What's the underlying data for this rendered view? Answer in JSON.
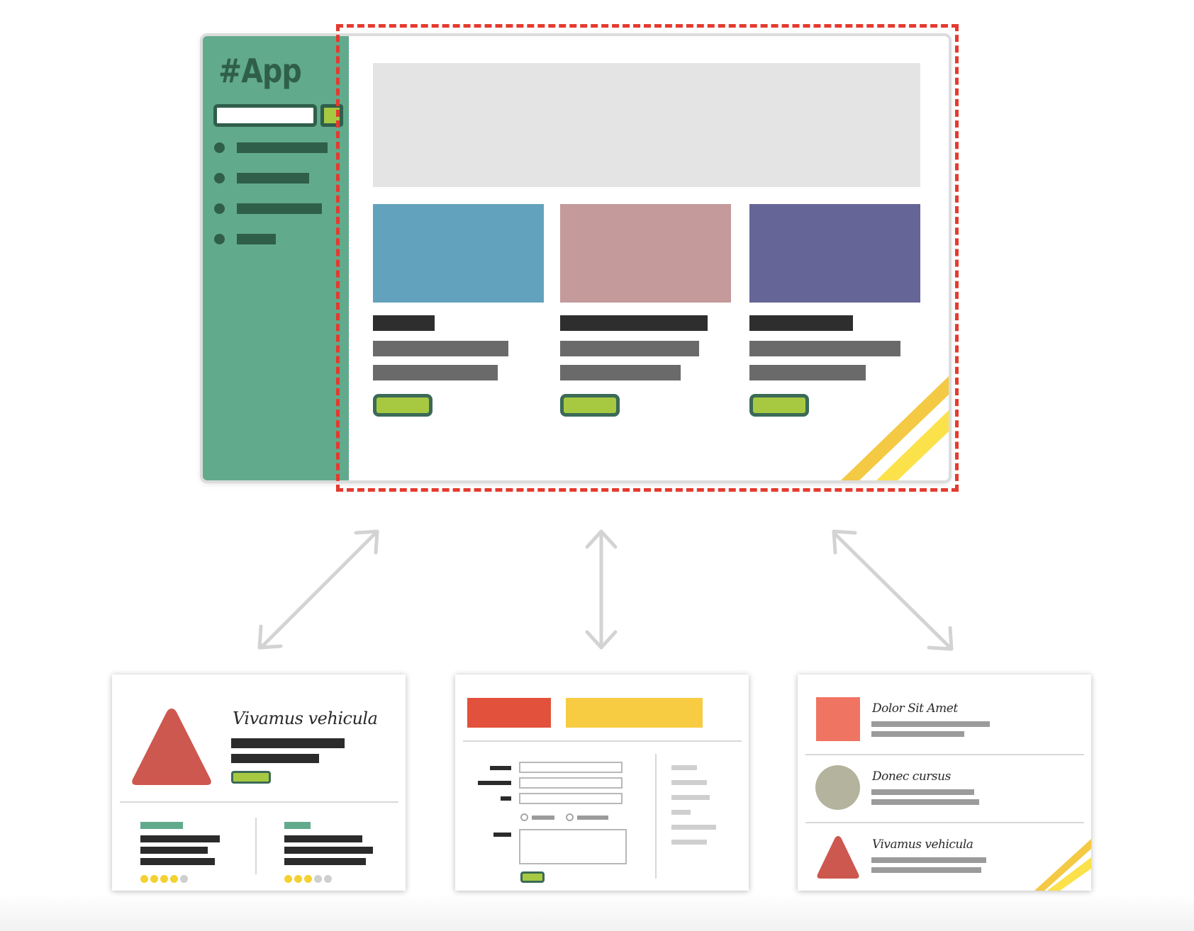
{
  "app": {
    "title": "#App"
  },
  "cards_main": {
    "image_colors": [
      "#63a2bc",
      "#c49a9a",
      "#656597"
    ]
  },
  "panels": {
    "product": {
      "heading": "Vivamus vehicula",
      "ratings": [
        4,
        3
      ]
    },
    "list": {
      "items": [
        {
          "title": "Dolor Sit Amet"
        },
        {
          "title": "Donec cursus"
        },
        {
          "title": "Vivamus vehicula"
        }
      ]
    }
  },
  "colors": {
    "sidebar": "#62aa8c",
    "sidebar_dark": "#2f5f4b",
    "accent_green": "#a7c941",
    "selection_red": "#e53a2f",
    "triangle_red": "#cd584f",
    "form_tab_red": "#e2513b",
    "form_tab_yellow": "#f7cc43",
    "list_square": "#ef7562",
    "list_circle": "#b4b39d",
    "star_on": "#f4d12f",
    "star_off": "#cfcfcf"
  },
  "icons": {
    "corner": "yellow-stripe-icon",
    "arrows": "double-headed-arrow-icon"
  }
}
